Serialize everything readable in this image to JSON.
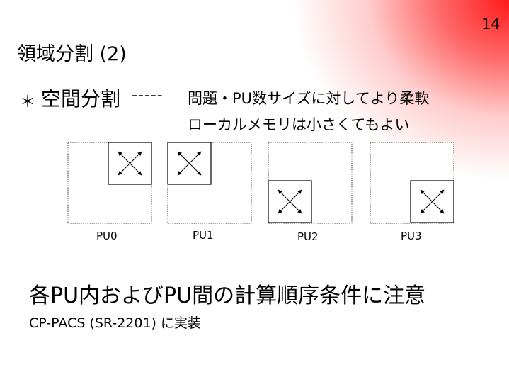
{
  "slide": {
    "number": "14",
    "title": "領域分割 (2)"
  },
  "bullet": {
    "marker": "＊",
    "main": "空間分割",
    "dashes": "-----",
    "desc_line1": "問題・PU数サイズに対してより柔軟",
    "desc_line2": "ローカルメモリは小さくてもよい"
  },
  "diagram": {
    "panels": [
      {
        "label": "PU0"
      },
      {
        "label": "PU1"
      },
      {
        "label": "PU2"
      },
      {
        "label": "PU3"
      }
    ]
  },
  "notes": {
    "main": "各PU内およびPU間の計算順序条件に注意",
    "implementation": "CP-PACS (SR-2201) に実装"
  }
}
